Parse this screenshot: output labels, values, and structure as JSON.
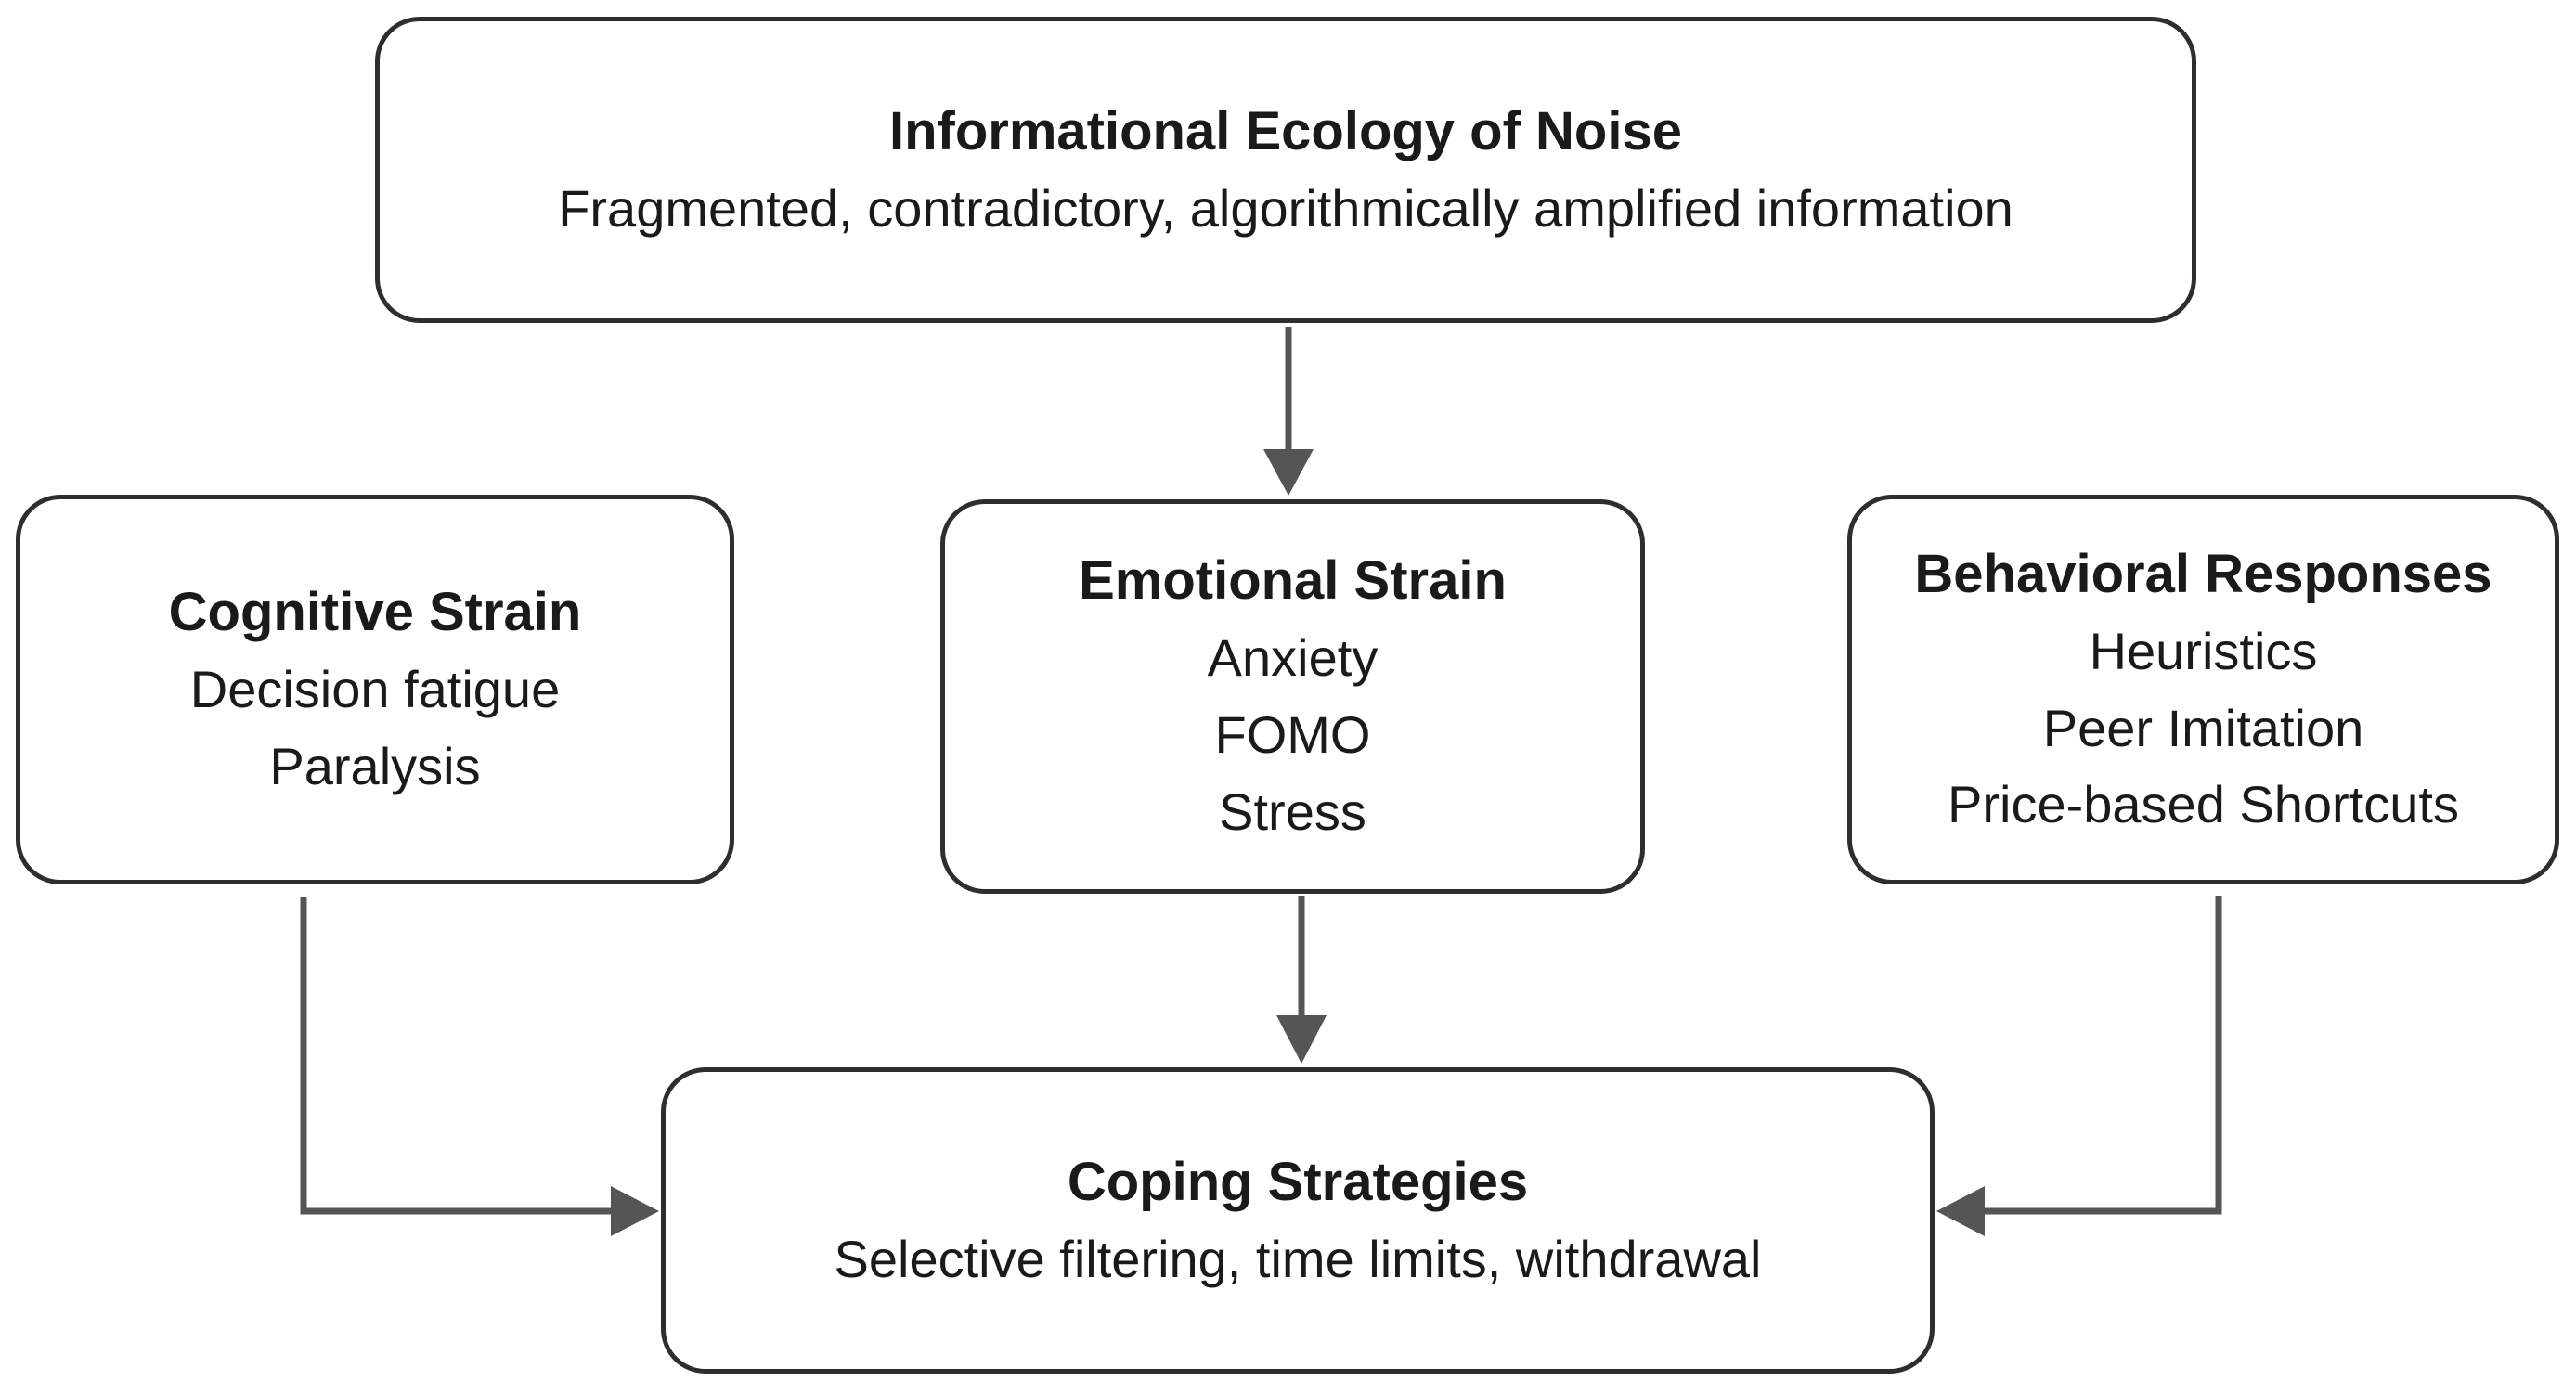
{
  "diagram": {
    "nodes": {
      "top": {
        "title": "Informational Ecology of Noise",
        "lines": [
          "Fragmented, contradictory, algorithmically amplified information"
        ]
      },
      "left": {
        "title": "Cognitive Strain",
        "lines": [
          "Decision fatigue",
          "Paralysis"
        ]
      },
      "middle": {
        "title": "Emotional Strain",
        "lines": [
          "Anxiety",
          "FOMO",
          "Stress"
        ]
      },
      "right": {
        "title": "Behavioral Responses",
        "lines": [
          "Heuristics",
          "Peer Imitation",
          "Price-based Shortcuts"
        ]
      },
      "bottom": {
        "title": "Coping Strategies",
        "lines": [
          "Selective filtering, time limits, withdrawal"
        ]
      }
    },
    "colors": {
      "background": "#ffffff",
      "border": "#2e2e2e",
      "text": "#1a1a1a",
      "arrow": "#555555"
    }
  }
}
